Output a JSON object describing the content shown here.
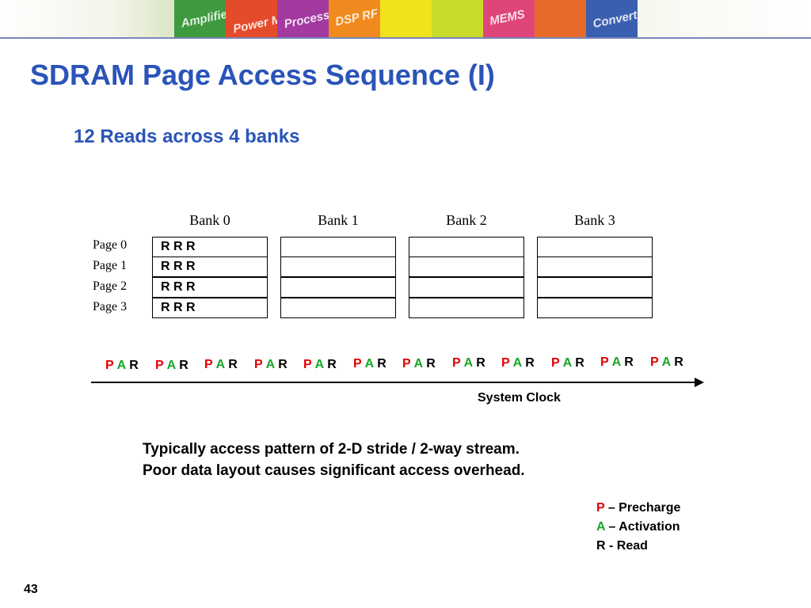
{
  "banner": {
    "tiles": [
      {
        "label": "Amplifiers",
        "bg": "#3f9a3f",
        "fg": "#ffffff"
      },
      {
        "label": "Power Management",
        "bg": "#e44b2b",
        "fg": "#ffffff"
      },
      {
        "label": "Processors",
        "bg": "#a23aa0",
        "fg": "#ffffff"
      },
      {
        "label": "DSP RF",
        "bg": "#f08a1e",
        "fg": "#ffffff"
      },
      {
        "label": "",
        "bg": "#f2e21e",
        "fg": "#000000"
      },
      {
        "label": "",
        "bg": "#c8db2a",
        "fg": "#000000"
      },
      {
        "label": "MEMS",
        "bg": "#e0457a",
        "fg": "#ffffff"
      },
      {
        "label": "",
        "bg": "#e86a2a",
        "fg": "#ffffff"
      },
      {
        "label": "Converters",
        "bg": "#3a5fb0",
        "fg": "#ffffff"
      }
    ]
  },
  "title": "SDRAM Page Access Sequence (I)",
  "subtitle": "12 Reads across 4 banks",
  "diagram": {
    "banks": [
      "Bank 0",
      "Bank 1",
      "Bank 2",
      "Bank 3"
    ],
    "pages": [
      "Page 0",
      "Page 1",
      "Page 2",
      "Page 3"
    ],
    "bank0_reads": [
      "R  R  R",
      "R  R  R",
      "R  R  R",
      "R  R  R"
    ],
    "sequence_count": 12,
    "sequence": {
      "p": "P",
      "a": "A",
      "r": "R"
    },
    "axis_label": "System Clock"
  },
  "notes": [
    "Typically access pattern of 2-D stride / 2-way stream.",
    "Poor data layout causes significant access overhead."
  ],
  "legend": [
    {
      "key": "P",
      "text": " – Precharge",
      "color": "#e00000"
    },
    {
      "key": "A",
      "text": " – Activation",
      "color": "#1aa52a"
    },
    {
      "key": "",
      "text": "R - Read",
      "color": "#000000"
    }
  ],
  "colors": {
    "title": "#2a54b8",
    "precharge": "#e00000",
    "activation": "#1aa52a",
    "read": "#000000"
  },
  "page_number": "43"
}
